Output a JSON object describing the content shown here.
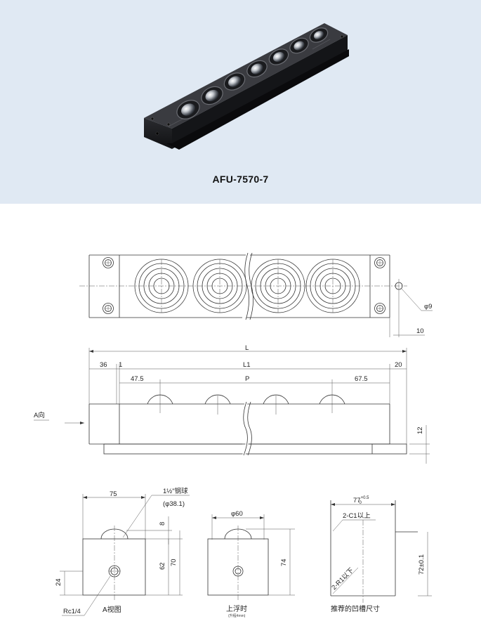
{
  "product": {
    "model": "AFU-7570-7"
  },
  "drawing": {
    "top_view": {
      "hole_dia": "φ9",
      "hole_offset": "10"
    },
    "side_view": {
      "overall_length": "L",
      "inner_length": "L1",
      "pitch": "P",
      "left_end": "36",
      "left_gap": "1",
      "right_end": "20",
      "first_ball_offset": "47.5",
      "last_ball_offset": "67.5",
      "view_direction": "A向",
      "base_height": "12"
    },
    "end_view": {
      "width": "75",
      "ball_note_line1": "1½\"钢球",
      "ball_note_line2": "(φ38.1)",
      "protrusion": "8",
      "body_height": "62",
      "total_height": "70",
      "port_height": "24",
      "port_thread": "Rc1/4",
      "caption": "A视图"
    },
    "float_view": {
      "ball_dia": "φ60",
      "height": "74",
      "caption": "上浮时",
      "sub_caption": "(升程4mm)"
    },
    "groove_view": {
      "width_base": "77",
      "width_tol_upper": "+0.5",
      "width_tol_lower": "0",
      "chamfer": "2-C1以上",
      "radius": "2-R1以下",
      "depth": "72±0.1",
      "caption": "推荐的凹槽尺寸"
    }
  }
}
